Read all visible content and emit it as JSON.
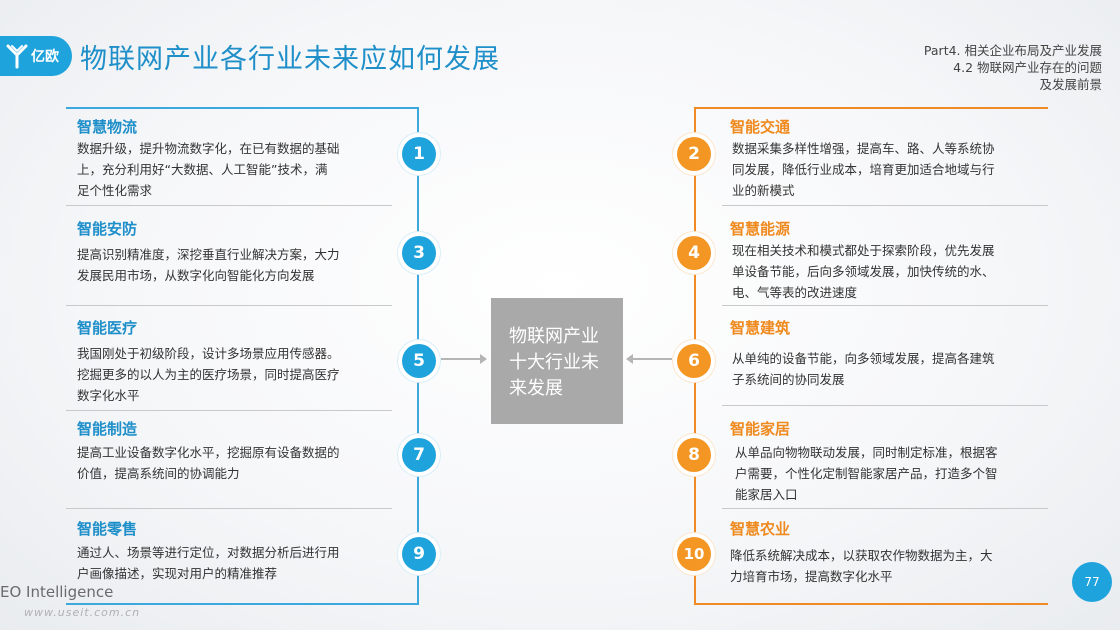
{
  "header": {
    "logo_text": "亿欧",
    "title": "物联网产业各行业未来应如何发展",
    "part_line1": "Part4. 相关企业布局及产业发展",
    "part_line2": "4.2 物联网产业存在的问题",
    "part_line3": "及发展前景"
  },
  "center": {
    "line1": "物联网产业",
    "line2": "十大行业未",
    "line3": "来发展"
  },
  "left_items": [
    {
      "num": "1",
      "title": "智慧物流",
      "lines": [
        "数据升级，提升物流数字化，在已有数据的基础",
        "上，充分利用好“大数据、人工智能”技术，满",
        "足个性化需求"
      ]
    },
    {
      "num": "3",
      "title": "智能安防",
      "lines": [
        "提高识别精准度，深挖垂直行业解决方案，大力",
        "发展民用市场，从数字化向智能化方向发展"
      ]
    },
    {
      "num": "5",
      "title": "智能医疗",
      "lines": [
        "我国刚处于初级阶段，设计多场景应用传感器。",
        "挖掘更多的以人为主的医疗场景，同时提高医疗",
        "数字化水平"
      ]
    },
    {
      "num": "7",
      "title": "智能制造",
      "lines": [
        "提高工业设备数字化水平，挖掘原有设备数据的",
        "价值，提高系统间的协调能力"
      ]
    },
    {
      "num": "9",
      "title": "智能零售",
      "lines": [
        "通过人、场景等进行定位，对数据分析后进行用",
        "户画像描述，实现对用户的精准推荐"
      ]
    }
  ],
  "right_items": [
    {
      "num": "2",
      "title": "智能交通",
      "lines": [
        "数据采集多样性增强，提高车、路、人等系统协",
        "同发展，降低行业成本，培育更加适合地域与行",
        "业的新模式"
      ]
    },
    {
      "num": "4",
      "title": "智慧能源",
      "lines": [
        "现在相关技术和模式都处于探索阶段，优先发展",
        "单设备节能，后向多领域发展，加快传统的水、",
        "电、气等表的改进速度"
      ]
    },
    {
      "num": "6",
      "title": "智慧建筑",
      "lines": [
        "从单纯的设备节能，向多领域发展，提高各建筑",
        "子系统间的协同发展"
      ]
    },
    {
      "num": "8",
      "title": "智能家居",
      "lines": [
        "从单品向物物联动发展，同时制定标准，根据客",
        "户需要，个性化定制智能家居产品，打造多个智",
        "能家居入口"
      ]
    },
    {
      "num": "10",
      "title": "智慧农业",
      "lines": [
        "降低系统解决成本，以获取农作物数据为主，大",
        "力培育市场，提高数字化水平"
      ]
    }
  ],
  "footer": {
    "brand": "EO Intelligence",
    "url": "www.useit.com.cn",
    "page_number": "77"
  },
  "colors": {
    "blue": "#1fa3dc",
    "orange": "#f39623",
    "center_box": "#a9a9a9"
  }
}
